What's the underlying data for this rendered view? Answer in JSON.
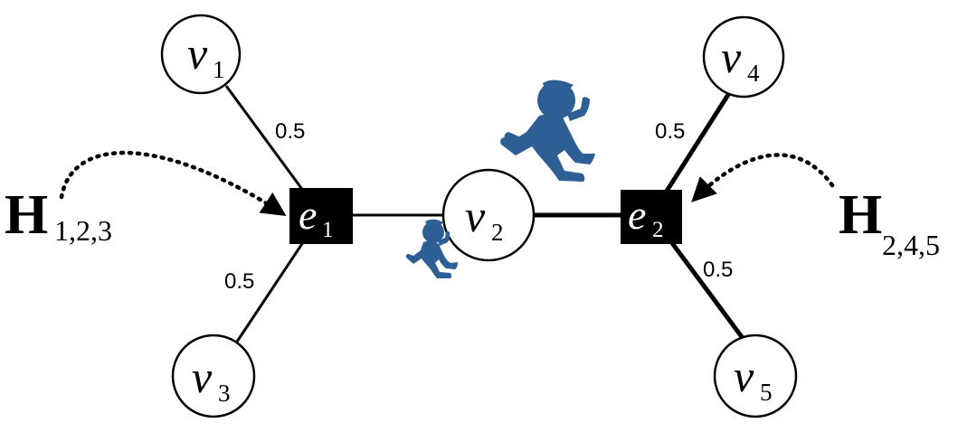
{
  "vertices": [
    {
      "id": "v1",
      "main": "v",
      "sub": "1"
    },
    {
      "id": "v2",
      "main": "v",
      "sub": "2"
    },
    {
      "id": "v3",
      "main": "v",
      "sub": "3"
    },
    {
      "id": "v4",
      "main": "v",
      "sub": "4"
    },
    {
      "id": "v5",
      "main": "v",
      "sub": "5"
    }
  ],
  "hyperedges": [
    {
      "id": "e1",
      "main": "e",
      "sub": "1"
    },
    {
      "id": "e2",
      "main": "e",
      "sub": "2"
    }
  ],
  "weights": {
    "v1_e1": "0.5",
    "v3_e1": "0.5",
    "v4_e2": "0.5",
    "v5_e2": "0.5"
  },
  "hypergraph_sets": [
    {
      "main": "H",
      "sub": "1,2,3"
    },
    {
      "main": "H",
      "sub": "2,4,5"
    }
  ],
  "colors": {
    "runner": "#2d5f95",
    "hyperedge_fill": "#000000",
    "node_fill": "#ffffff"
  },
  "icons": [
    "running-person-icon-large",
    "running-person-icon-small"
  ]
}
